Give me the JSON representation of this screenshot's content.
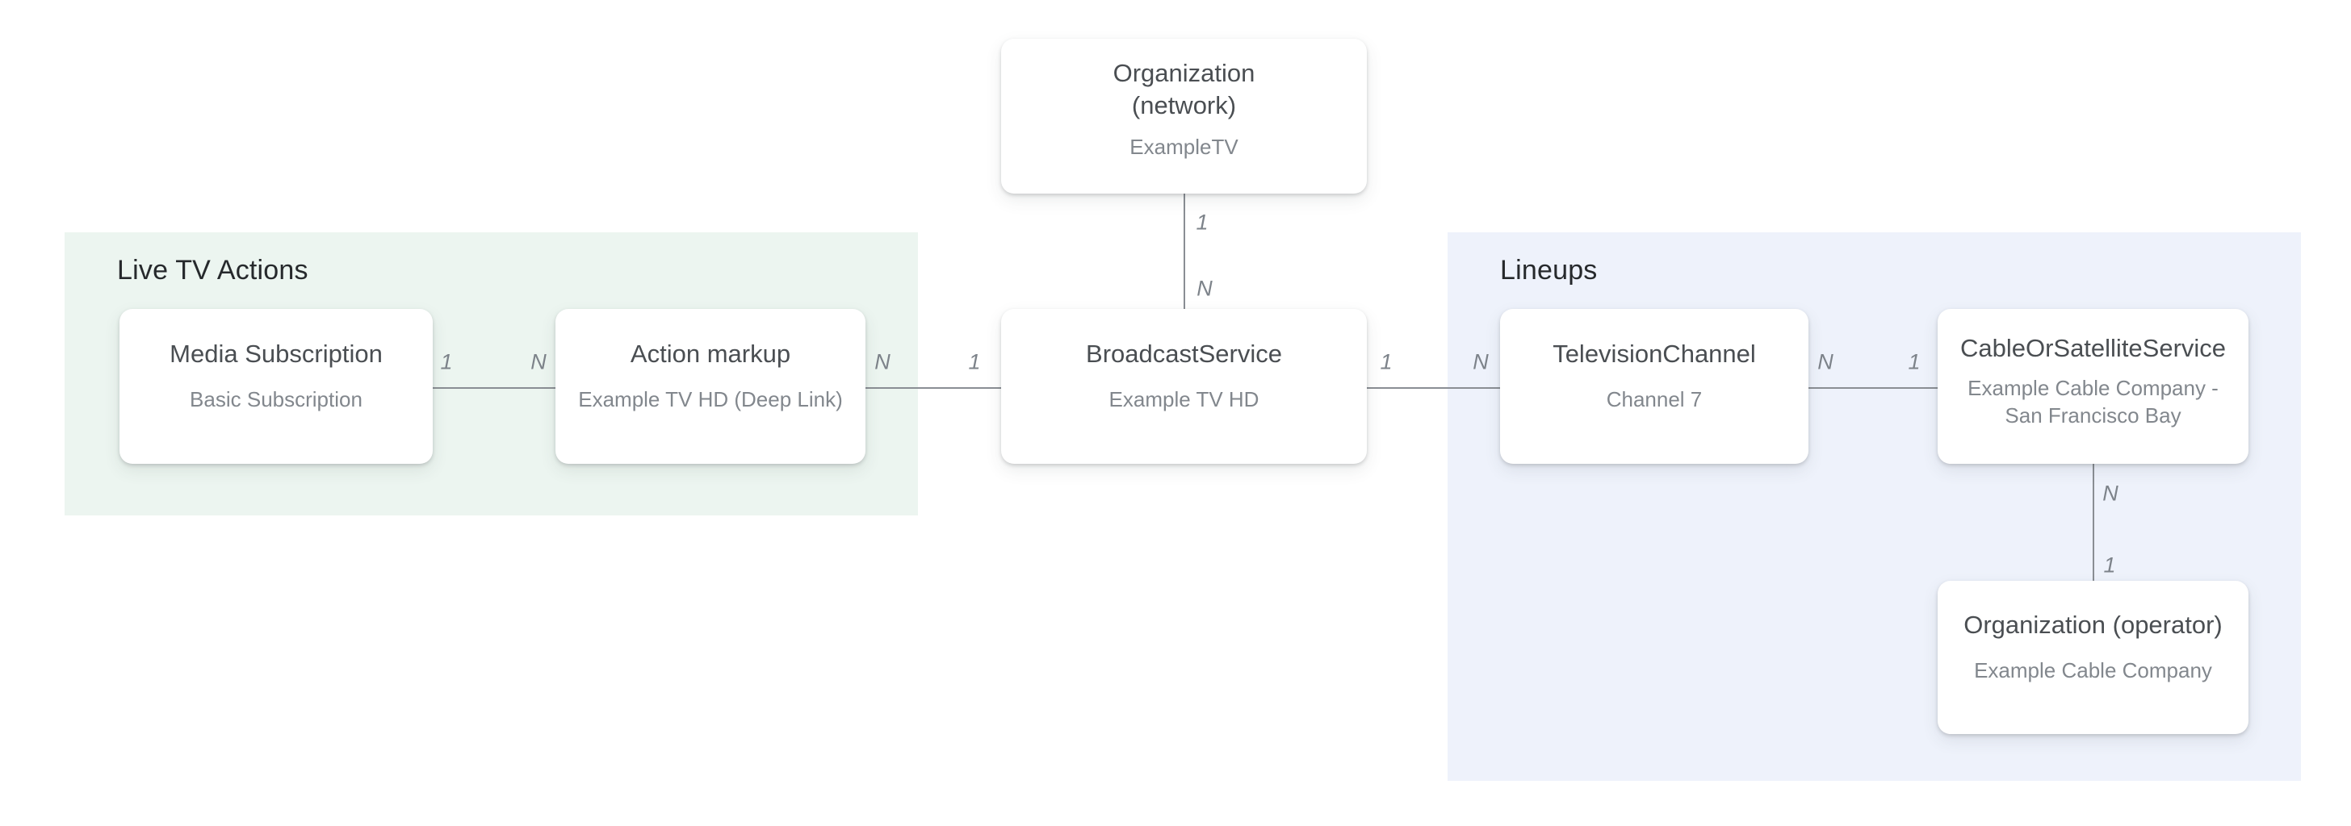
{
  "page": {
    "background": "#ffffff"
  },
  "diagram": {
    "line_color": "#8a8e94",
    "label_color": "#7d838a",
    "title_color": "#4a4e52",
    "subtitle_color": "#82878d",
    "groups": [
      {
        "id": "live-tv-actions",
        "label": "Live TV Actions",
        "background": "#ecf5f0"
      },
      {
        "id": "lineups",
        "label": "Lineups",
        "background": "#eef2fb"
      }
    ],
    "nodes": [
      {
        "id": "media-subscription",
        "title": "Media Subscription",
        "subtitle": "Basic Subscription"
      },
      {
        "id": "action-markup",
        "title": "Action markup",
        "subtitle": "Example TV HD (Deep Link)"
      },
      {
        "id": "broadcast-service",
        "title": "BroadcastService",
        "subtitle": "Example TV HD"
      },
      {
        "id": "organization-network",
        "title": "Organization (network)",
        "subtitle": "ExampleTV"
      },
      {
        "id": "television-channel",
        "title": "TelevisionChannel",
        "subtitle": "Channel 7"
      },
      {
        "id": "cable-or-satellite-service",
        "title": "CableOrSatelliteService",
        "subtitle": "Example Cable Company - San Francisco Bay"
      },
      {
        "id": "organization-operator",
        "title": "Organization (operator)",
        "subtitle": "Example Cable Company"
      }
    ],
    "connectors": [
      {
        "id": "media-subscription--action-markup",
        "from": "media-subscription",
        "to": "action-markup",
        "from_label": "1",
        "to_label": "N"
      },
      {
        "id": "action-markup--broadcast-service",
        "from": "action-markup",
        "to": "broadcast-service",
        "from_label": "N",
        "to_label": "1"
      },
      {
        "id": "organization-network--broadcast-service",
        "from": "organization-network",
        "to": "broadcast-service",
        "from_label": "1",
        "to_label": "N"
      },
      {
        "id": "broadcast-service--television-channel",
        "from": "broadcast-service",
        "to": "television-channel",
        "from_label": "1",
        "to_label": "N"
      },
      {
        "id": "television-channel--cable-or-satellite-service",
        "from": "television-channel",
        "to": "cable-or-satellite-service",
        "from_label": "N",
        "to_label": "1"
      },
      {
        "id": "cable-or-satellite-service--organization-operator",
        "from": "cable-or-satellite-service",
        "to": "organization-operator",
        "from_label": "N",
        "to_label": "1"
      }
    ]
  }
}
